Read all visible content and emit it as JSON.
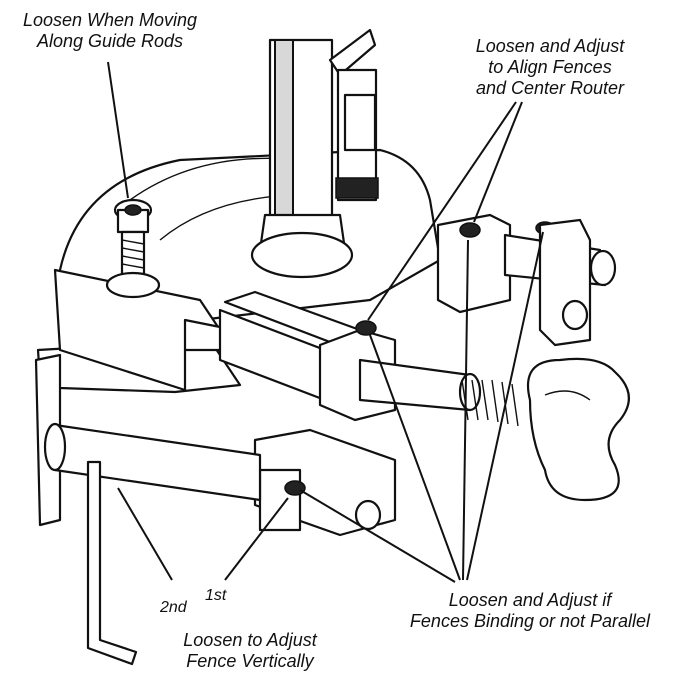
{
  "labels": {
    "guide_rods": [
      "Loosen When Moving",
      "Along Guide Rods"
    ],
    "align_fences": [
      "Loosen and Adjust",
      "to Align Fences",
      "and Center Router"
    ],
    "binding": [
      "Loosen and Adjust if",
      "Fences Binding or not Parallel"
    ],
    "vertical": [
      "Loosen to Adjust",
      "Fence Vertically"
    ],
    "first": "1st",
    "second": "2nd"
  }
}
